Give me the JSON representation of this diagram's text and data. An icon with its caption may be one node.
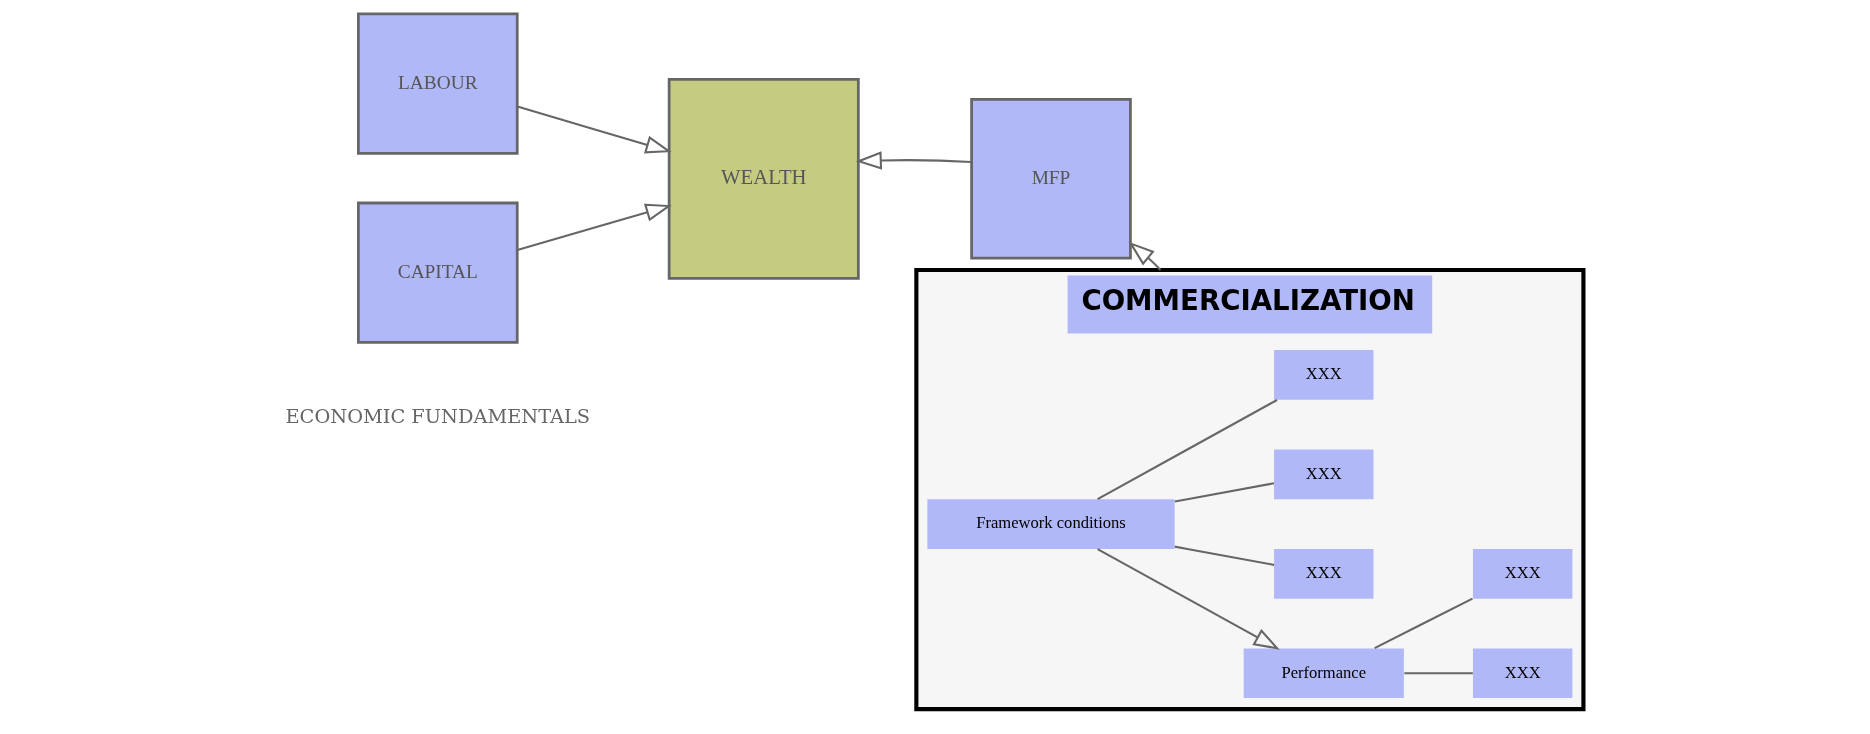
{
  "diagram": {
    "nodes": [
      {
        "text": [
          "LABOUR"
        ]
      },
      {
        "text": [
          "CAPITAL"
        ]
      },
      {
        "text": [
          "WEALTH"
        ]
      },
      {
        "text": [
          "MFP"
        ]
      },
      {
        "text": [
          "COMMERCIALIZATION"
        ]
      },
      {
        "text": [
          "Performance"
        ],
        "in": 4
      },
      {
        "text": [
          "XXX"
        ],
        "in": 4
      },
      {
        "text": [
          "XXX"
        ],
        "in": 4
      },
      {
        "text": [
          "Framework conditions"
        ],
        "in": 4
      },
      {
        "text": [
          "XXX"
        ],
        "in": 4
      },
      {
        "text": [
          "XXX"
        ],
        "in": 4
      },
      {
        "text": [
          "XXX"
        ],
        "in": 4
      }
    ],
    "edges": [
      {
        "from": 0,
        "to": 2,
        "arrow": "to"
      },
      {
        "from": 1,
        "to": 2,
        "arrow": "to"
      },
      {
        "from": 3,
        "to": 2,
        "arrow": "to"
      },
      {
        "from": 4,
        "to": 3,
        "arrow": "to"
      },
      {
        "from": 5,
        "to": 6,
        "arrow": "none"
      },
      {
        "from": 5,
        "to": 7,
        "arrow": "none"
      },
      {
        "from": 8,
        "to": 5,
        "arrow": "to"
      },
      {
        "from": 8,
        "to": 9,
        "arrow": "none"
      },
      {
        "from": 8,
        "to": 10,
        "arrow": "none"
      },
      {
        "from": 8,
        "to": 11,
        "arrow": "none"
      }
    ],
    "labels": [
      "ECONOMIC FUNDAMENTALS"
    ]
  }
}
